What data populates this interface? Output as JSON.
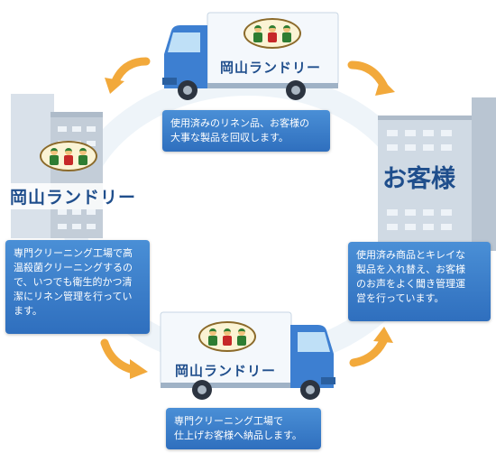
{
  "brand_name": "岡山ランドリー",
  "customer_label": "お客様",
  "notes": {
    "top": "使用済みのリネン品、お客様の\n大事な製品を回収します。",
    "left": "専門クリーニング工場で高\n温殺菌クリーニングするの\nで、いつでも衛生的かつ清\n潔にリネン管理を行ってい\nます。",
    "right": "使用済み商品とキレイな\n製品を入れ替え、お客様\nのお声をよく聞き管理運\n営を行っています。",
    "bottom": "専門クリーニング工場で\n仕上げお客様へ納品します。"
  },
  "colors": {
    "truck_cab": "#3d7fd1",
    "note_blue": "#3a7cc9",
    "arrow_orange": "#f2a93b",
    "building_grey": "#c9d3dd"
  }
}
